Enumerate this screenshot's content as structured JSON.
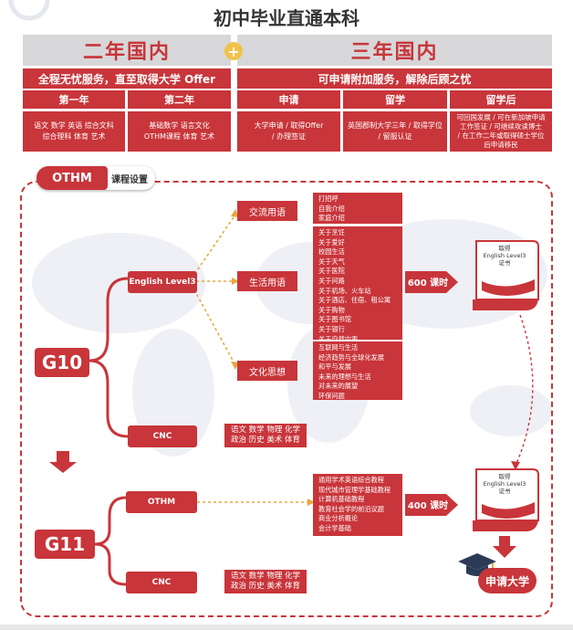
{
  "title": "初中毕业直通本科",
  "left_header": "二年国内",
  "right_header": "三年国内",
  "left_bar": "全程无忧服务，直至取得大学 Offer",
  "right_bar": "可申请附加服务，解除后顾之忧",
  "columns": [
    {
      "label": "第一年",
      "content": "语文  数学  英语  综合文科\n综合理科  体育  艺术"
    },
    {
      "label": "第二年",
      "content": "基础数学  语言文化\nOTHM课程  体育  艺术"
    },
    {
      "label": "申请",
      "content": "大学申请 / 取得Offer\n/ 办理签证"
    },
    {
      "label": "留学",
      "content": "英国郡制大学三年 / 取得学位\n/ 留服认证"
    },
    {
      "label": "留学后",
      "content": "可回国发展 / 可在新加坡申请\n工作签证 / 可继续攻读博士\n/ 在工作二年或取得硕士学位\n后申请移民"
    }
  ],
  "course_tag": "OTHM",
  "course_label": "课程设置",
  "g10": "G10",
  "g11": "G11",
  "english_track": "English Level3",
  "cnc": "CNC",
  "othm": "OTHM",
  "topics": [
    "交流用语",
    "生活用语",
    "文化思想"
  ],
  "list_a": [
    "打招呼",
    "自我介绍",
    "家庭介绍"
  ],
  "list_b": [
    "关于烹饪",
    "关于爱好",
    "校园生活",
    "关于天气",
    "关于医院",
    "关于问路",
    "关于机场、火车站",
    "关于酒店、住宿、租公寓",
    "关于购物",
    "关于图书馆",
    "关于银行",
    "关于自然灾害"
  ],
  "list_c": [
    "互联网与生活",
    "经济趋势与全球化发展",
    "和平与发展",
    "未来的理想与生活",
    "对未来的展望",
    "环保问题"
  ],
  "list_d": [
    "通用学术英语综合教程",
    "现代城市管理学基础教程",
    "计算机基础教程",
    "教育社会学的前沿议题",
    "商业分析概论",
    "会计学基础"
  ],
  "hours_600": "600 课时",
  "hours_400": "400 课时",
  "cert1": [
    "取得",
    "English Level3",
    "证书"
  ],
  "cert2": [
    "取得",
    "English Level3",
    "证书"
  ],
  "subjects_row1": "语文  数学  物理  化学",
  "subjects_row2": "政治  历史  美术  体育",
  "apply_university": "申请大学",
  "colors": {
    "accent": "#c8353a",
    "header_gray": "#d7d7d9",
    "dashed": "#c8353a"
  }
}
